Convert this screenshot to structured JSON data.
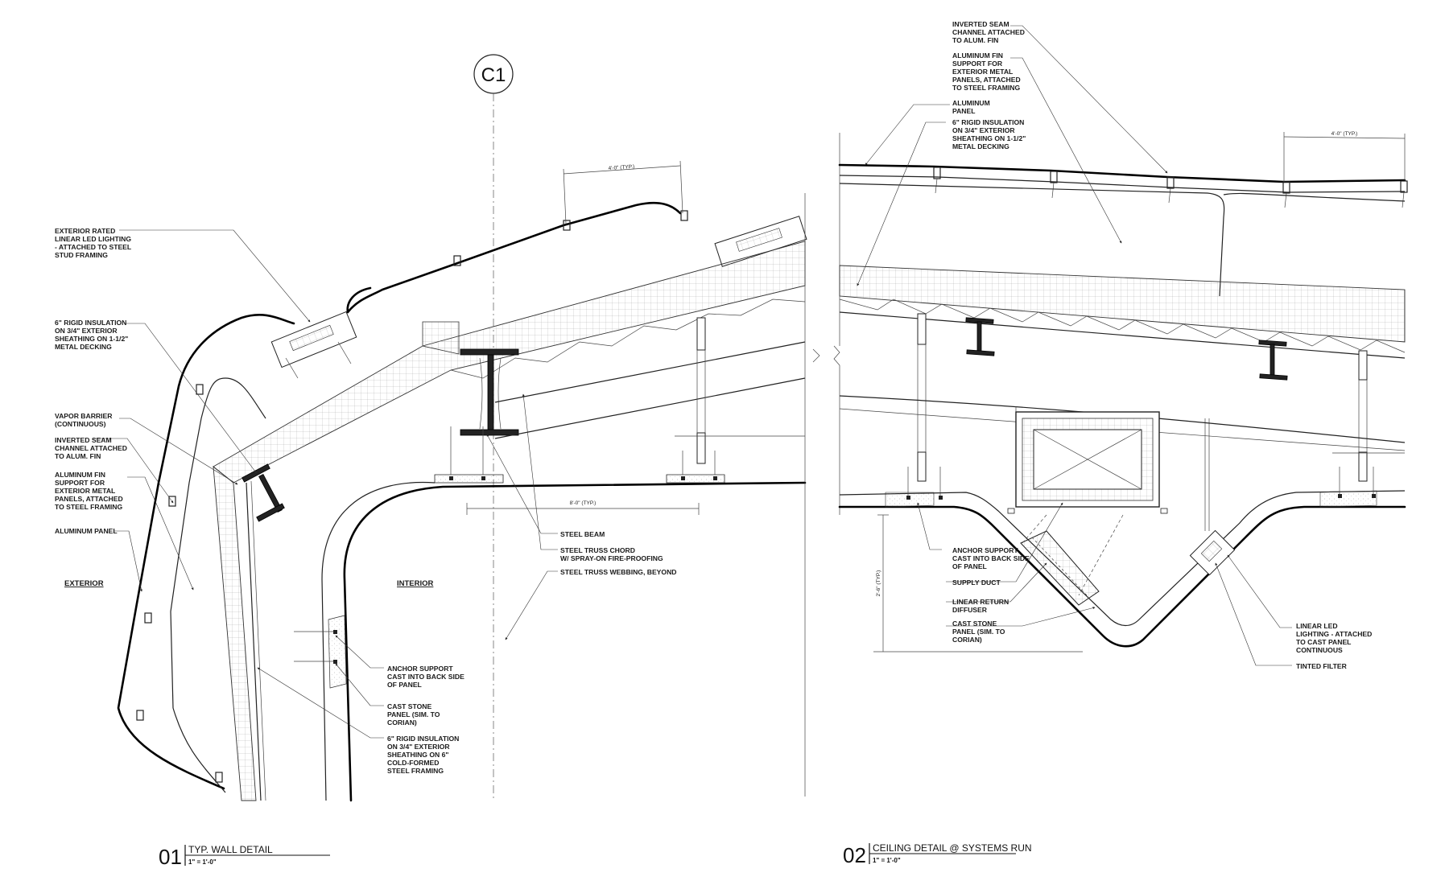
{
  "sheet": {
    "grid_bubble": "C1",
    "detail_01": {
      "number": "01",
      "title": "TYP. WALL DETAIL",
      "scale": "1\" = 1'-0\"",
      "labels": {
        "exterior": "EXTERIOR",
        "interior": "INTERIOR"
      },
      "dimensions": {
        "panel_spacing": "4'-0\" (TYP.)",
        "truss_spacing": "8'-0\" (TYP.)"
      },
      "notes_left": [
        [
          "EXTERIOR RATED",
          "LINEAR LED LIGHTING",
          "- ATTACHED TO STEEL",
          "STUD FRAMING"
        ],
        [
          "6\" RIGID INSULATION",
          "ON 3/4\" EXTERIOR",
          "SHEATHING ON 1-1/2\"",
          "METAL DECKING"
        ],
        [
          "VAPOR BARRIER",
          "(CONTINUOUS)"
        ],
        [
          "INVERTED SEAM",
          "CHANNEL ATTACHED",
          "TO ALUM. FIN"
        ],
        [
          "ALUMINUM FIN",
          "SUPPORT FOR",
          "EXTERIOR METAL",
          "PANELS, ATTACHED",
          "TO STEEL FRAMING"
        ],
        [
          "ALUMINUM PANEL"
        ]
      ],
      "notes_center": [
        [
          "STEEL BEAM"
        ],
        [
          "STEEL TRUSS CHORD",
          "W/ SPRAY-ON FIRE-PROOFING"
        ],
        [
          "STEEL TRUSS WEBBING, BEYOND"
        ]
      ],
      "notes_bottom": [
        [
          "ANCHOR SUPPORT",
          "CAST INTO BACK SIDE",
          "OF PANEL"
        ],
        [
          "CAST STONE",
          "PANEL (SIM. TO",
          "CORIAN)"
        ],
        [
          "6\" RIGID INSULATION",
          "ON 3/4\" EXTERIOR",
          "SHEATHING ON 6\"",
          "COLD-FORMED",
          "STEEL FRAMING"
        ]
      ]
    },
    "detail_02": {
      "number": "02",
      "title": "CEILING DETAIL @ SYSTEMS RUN",
      "scale": "1\" = 1'-0\"",
      "dimensions": {
        "panel_spacing": "4'-0\" (TYP.)",
        "height": "2'-6\" (TYP.)"
      },
      "notes_top": [
        [
          "INVERTED SEAM",
          "CHANNEL ATTACHED",
          "TO ALUM. FIN"
        ],
        [
          "ALUMINUM FIN",
          "SUPPORT FOR",
          "EXTERIOR METAL",
          "PANELS, ATTACHED",
          "TO STEEL FRAMING"
        ],
        [
          "ALUMINUM",
          "PANEL"
        ],
        [
          "6\" RIGID INSULATION",
          "ON 3/4\" EXTERIOR",
          "SHEATHING ON 1-1/2\"",
          "METAL DECKING"
        ]
      ],
      "notes_bottom_left": [
        [
          "ANCHOR SUPPORT",
          "CAST INTO BACK SIDE",
          "OF PANEL"
        ],
        [
          "SUPPLY DUCT"
        ],
        [
          "LINEAR RETURN",
          "DIFFUSER"
        ],
        [
          "CAST STONE",
          "PANEL (SIM. TO",
          "CORIAN)"
        ]
      ],
      "notes_bottom_right": [
        [
          "LINEAR LED",
          "LIGHTING - ATTACHED",
          "TO CAST PANEL",
          "CONTINUOUS"
        ],
        [
          "TINTED FILTER"
        ]
      ]
    }
  }
}
